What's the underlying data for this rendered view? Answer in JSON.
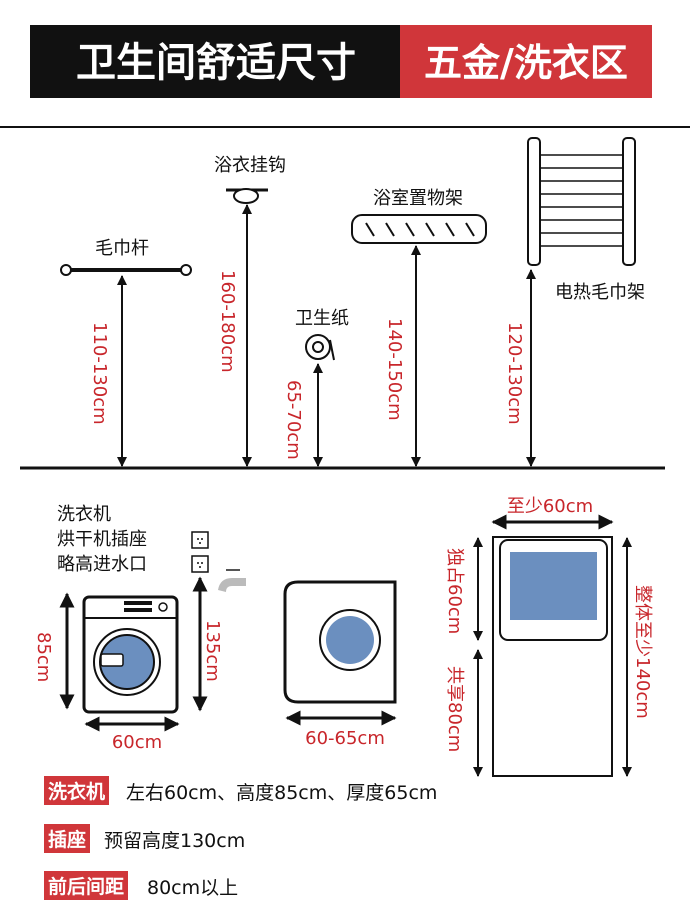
{
  "header": {
    "title": "卫生间舒适尺寸",
    "section": "五金/洗衣区"
  },
  "colors": {
    "accent": "#d0363a",
    "dark": "#111111",
    "drum_blue": "#6b8fbf"
  },
  "fixtures": [
    {
      "label": "毛巾杆",
      "height": "110-130cm"
    },
    {
      "label": "浴衣挂钩",
      "height": "160-180cm"
    },
    {
      "label": "卫生纸",
      "height": "65-70cm"
    },
    {
      "label": "浴室置物架",
      "height": "140-150cm"
    },
    {
      "label": "电热毛巾架",
      "height": "120-130cm"
    }
  ],
  "laundry": {
    "note": [
      "洗衣机",
      "烘干机插座",
      "略高进水口"
    ],
    "washer_height": "85cm",
    "socket_height": "135cm",
    "washer_width": "60cm",
    "dryer_width": "60-65cm",
    "min_width": "至少60cm",
    "exclusive": "独占60cm",
    "shared": "共享80cm",
    "total": "整体至少140cm"
  },
  "notes": [
    {
      "tag": "洗衣机",
      "text": "左右60cm、高度85cm、厚度65cm"
    },
    {
      "tag": "插座",
      "text": "预留高度130cm"
    },
    {
      "tag": "前后间距",
      "text": "80cm以上"
    }
  ]
}
